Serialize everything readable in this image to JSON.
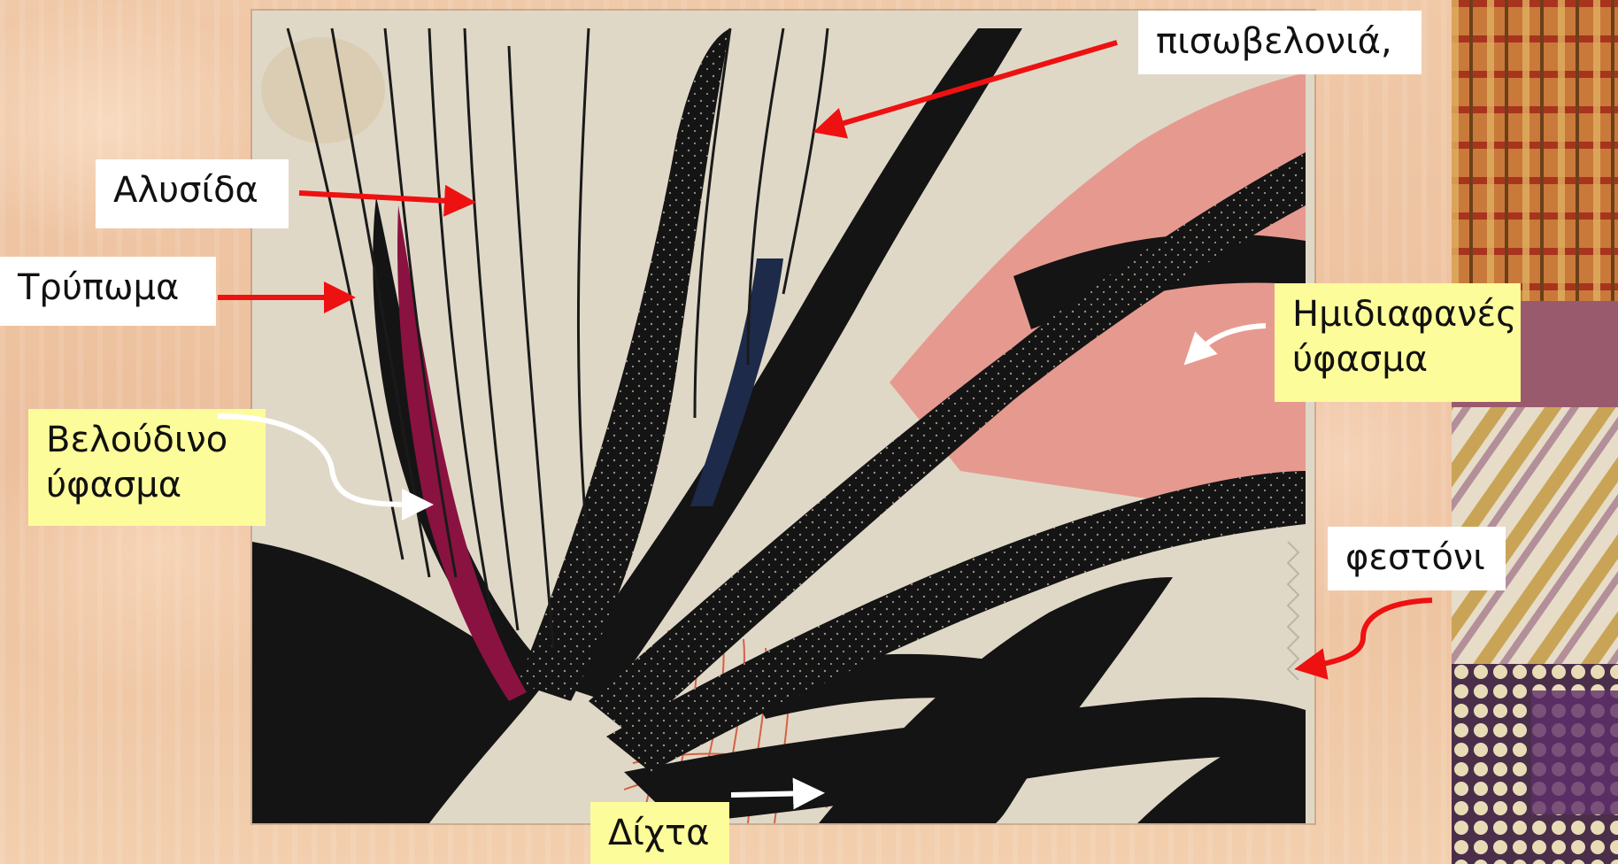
{
  "labels": {
    "chain": "Αλυσίδα",
    "tacking": "Τρύπωμα",
    "velvet": "Βελούδινο\nύφασμα",
    "backstitch": "πισωβελονιά,",
    "sheer": "Ημιδιαφανές\nύφασμα",
    "scallop": "φεστόνι",
    "net": "Δίχτα"
  },
  "colors": {
    "label_white": "#ffffff",
    "label_yellow": "#fdfc9a",
    "arrow_red": "#ee1111",
    "arrow_white": "#ffffff",
    "fabric_black": "#141414",
    "fabric_base": "#dcd5c3",
    "sheer_pink": "#e79488",
    "velvet_magenta": "#8a1240",
    "silk_blue": "#1d2a4a"
  },
  "icons": {
    "arrow": "arrow-icon"
  }
}
